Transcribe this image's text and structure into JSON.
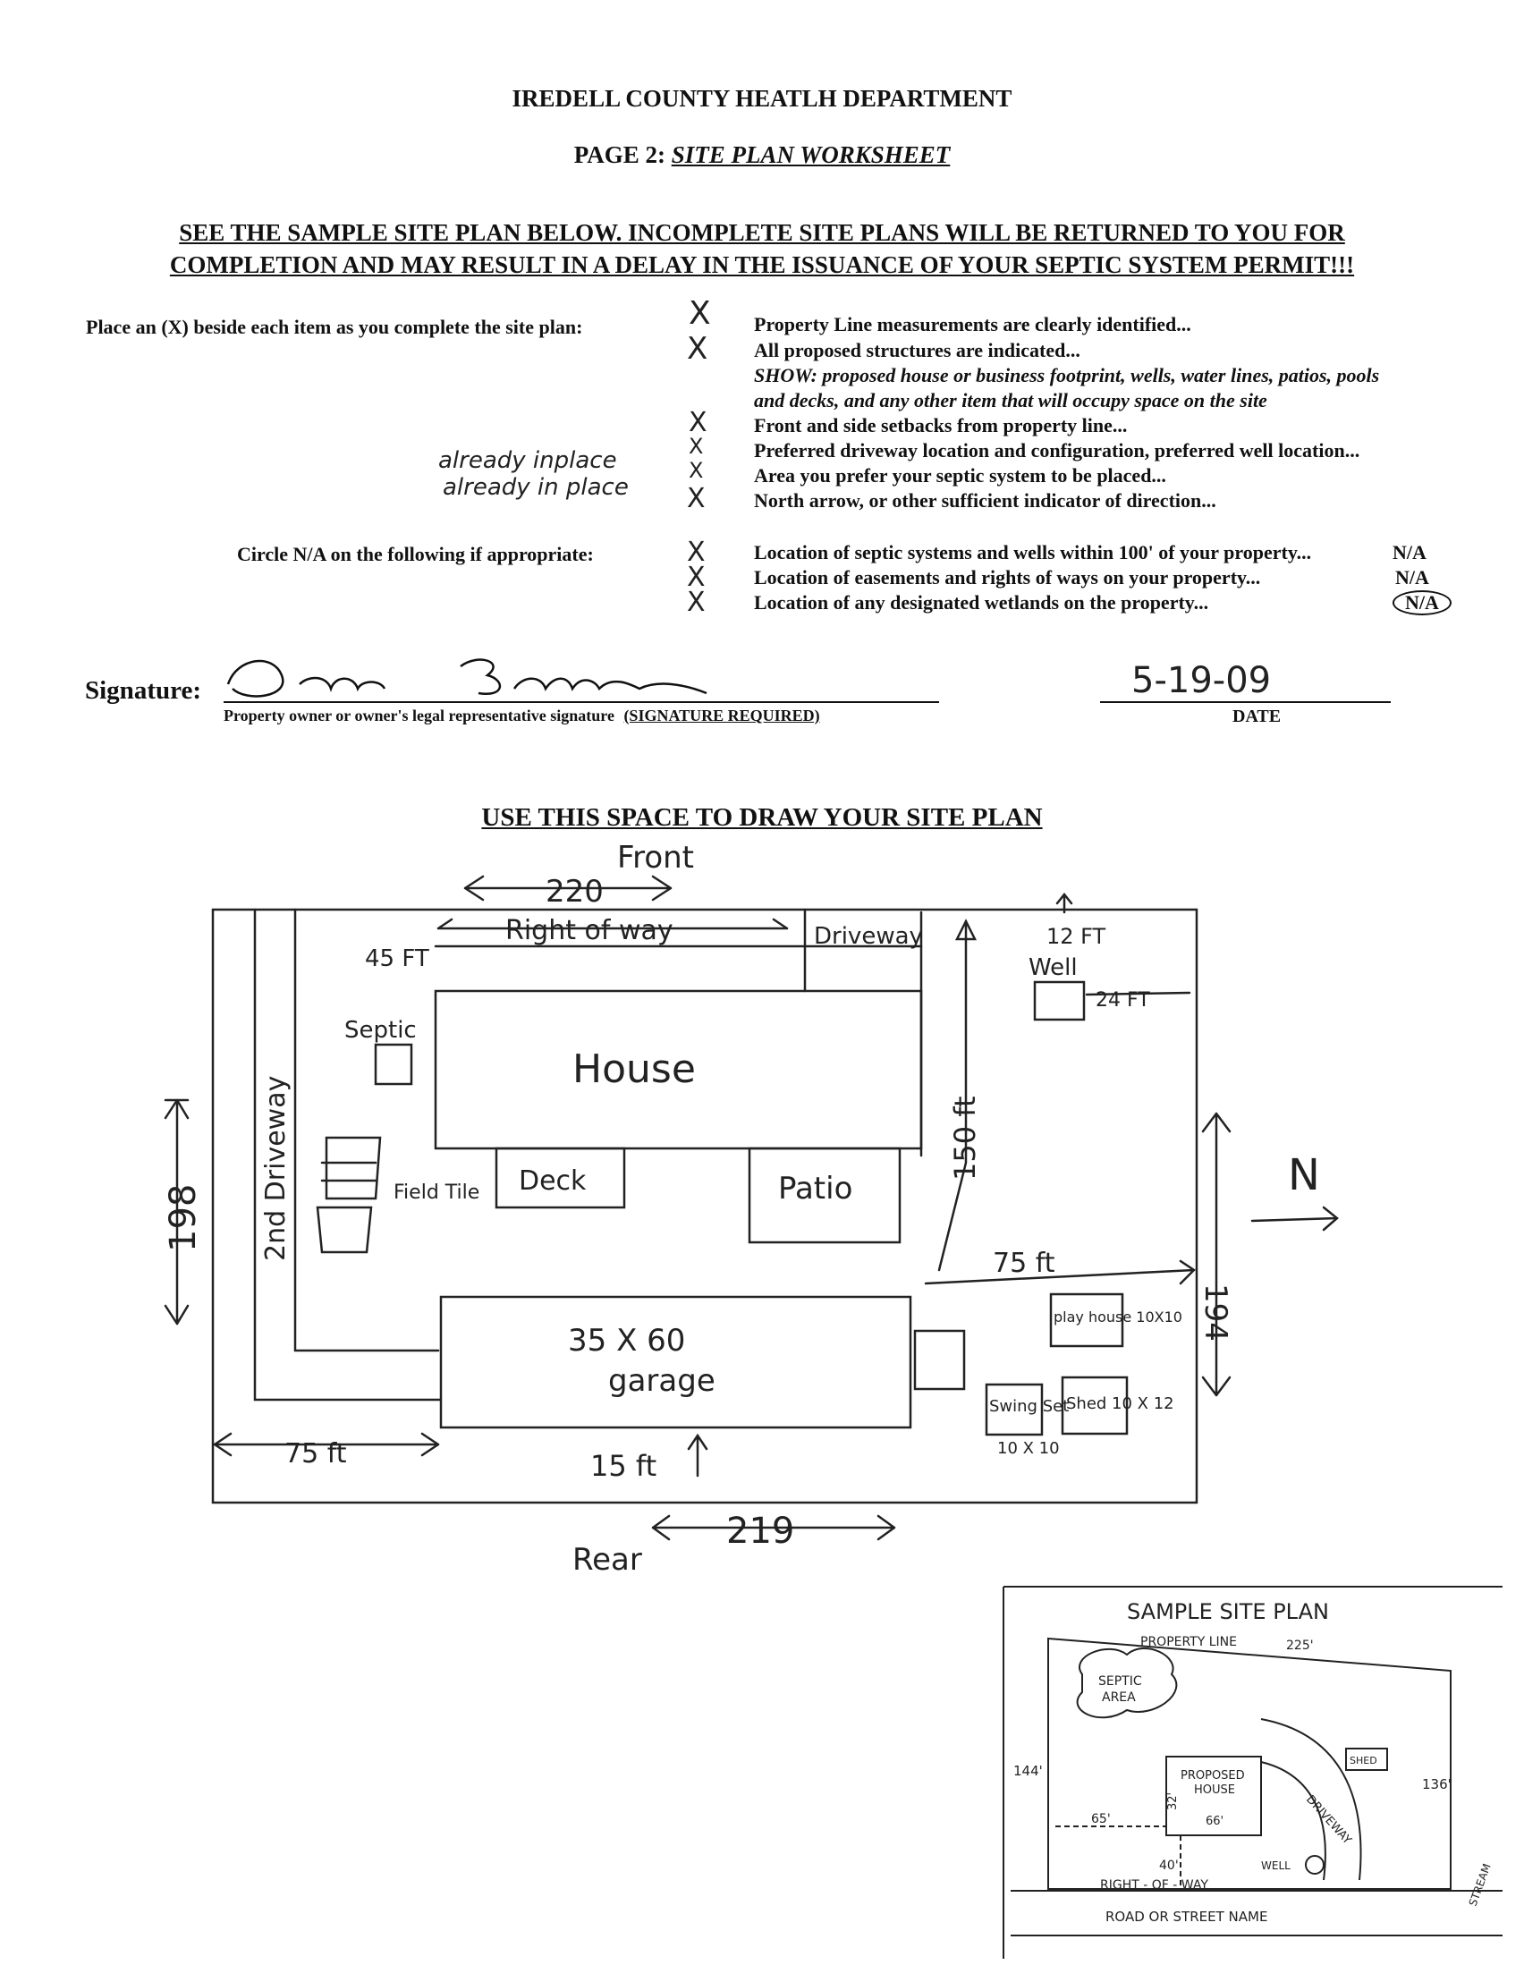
{
  "header": {
    "department": "IREDELL COUNTY HEATLH DEPARTMENT",
    "page_prefix": "PAGE 2:",
    "page_title": "SITE PLAN WORKSHEET",
    "warning_line1": "SEE THE SAMPLE SITE PLAN BELOW.  INCOMPLETE SITE PLANS WILL BE RETURNED TO YOU FOR",
    "warning_line2": "COMPLETION AND MAY RESULT IN A DELAY IN THE ISSUANCE OF YOUR SEPTIC SYSTEM PERMIT!!!"
  },
  "checklist": {
    "instruction": "Place an (X) beside each item as you complete the site plan:",
    "items": [
      "Property Line measurements are clearly identified...",
      "All proposed structures are indicated...",
      "SHOW: proposed house or business footprint, wells, water lines, patios, pools",
      "and decks, and any other item that will occupy space on the site",
      "Front and side setbacks from property line...",
      "Preferred driveway location and configuration, preferred well location...",
      "Area you prefer your septic system to be placed...",
      "North arrow, or other sufficient indicator of direction..."
    ],
    "marks": [
      "X",
      "X",
      "X",
      "X",
      "X",
      "X"
    ],
    "notes": [
      "already inplace",
      "already in place"
    ]
  },
  "na_section": {
    "instruction": "Circle N/A on the following if appropriate:",
    "items": [
      "Location of septic systems and wells within 100' of your property...",
      "Location of easements and rights of ways on your property...",
      "Location of any designated wetlands on the property..."
    ],
    "na_labels": [
      "N/A",
      "N/A",
      "N/A"
    ],
    "marks": [
      "X",
      "X",
      "X"
    ]
  },
  "signature": {
    "label": "Signature:",
    "caption": "Property owner or owner's legal representative signature",
    "required": "(SIGNATURE REQUIRED)",
    "date_value": "5-19-09",
    "date_label": "DATE"
  },
  "site_plan": {
    "heading": "USE THIS SPACE TO DRAW YOUR SITE PLAN",
    "front": "Front",
    "top_dim": "220",
    "right_of_way": "Right of way",
    "driveway": "Driveway",
    "well": "Well",
    "well_dim1": "12 FT",
    "well_dim2": "24 FT",
    "septic": "Septic",
    "septic_dim": "45 FT",
    "house": "House",
    "deck": "Deck",
    "patio": "Patio",
    "field_tile": "Field Tile",
    "second_driveway": "2nd Driveway",
    "left_dim": "198",
    "right_dim": "194",
    "drive_dim": "150 ft",
    "side_dim": "75 ft",
    "garage_size": "35 X 60",
    "garage": "garage",
    "playhouse": "play house 10X10",
    "swing": "Swing Set",
    "swing_size": "10 X 10",
    "shed": "Shed 10 X 12",
    "bottom_left_dim": "75 ft",
    "rear_setback": "15 ft",
    "rear": "Rear",
    "bottom_dim": "219",
    "north": "N"
  },
  "sample": {
    "title": "SAMPLE SITE PLAN",
    "property_line": "PROPERTY LINE",
    "property_dim": "225'",
    "septic": "SEPTIC",
    "area": "AREA",
    "shed": "SHED",
    "left_dim": "144'",
    "right_dim": "136'",
    "proposed": "PROPOSED",
    "house": "HOUSE",
    "house_w": "66'",
    "house_d": "32'",
    "setback_side": "65'",
    "setback_front": "40'",
    "well": "WELL",
    "driveway": "DRIVEWAY",
    "stream": "STREAM",
    "right_of_way": "RIGHT - OF - WAY",
    "road": "ROAD OR STREET NAME"
  }
}
